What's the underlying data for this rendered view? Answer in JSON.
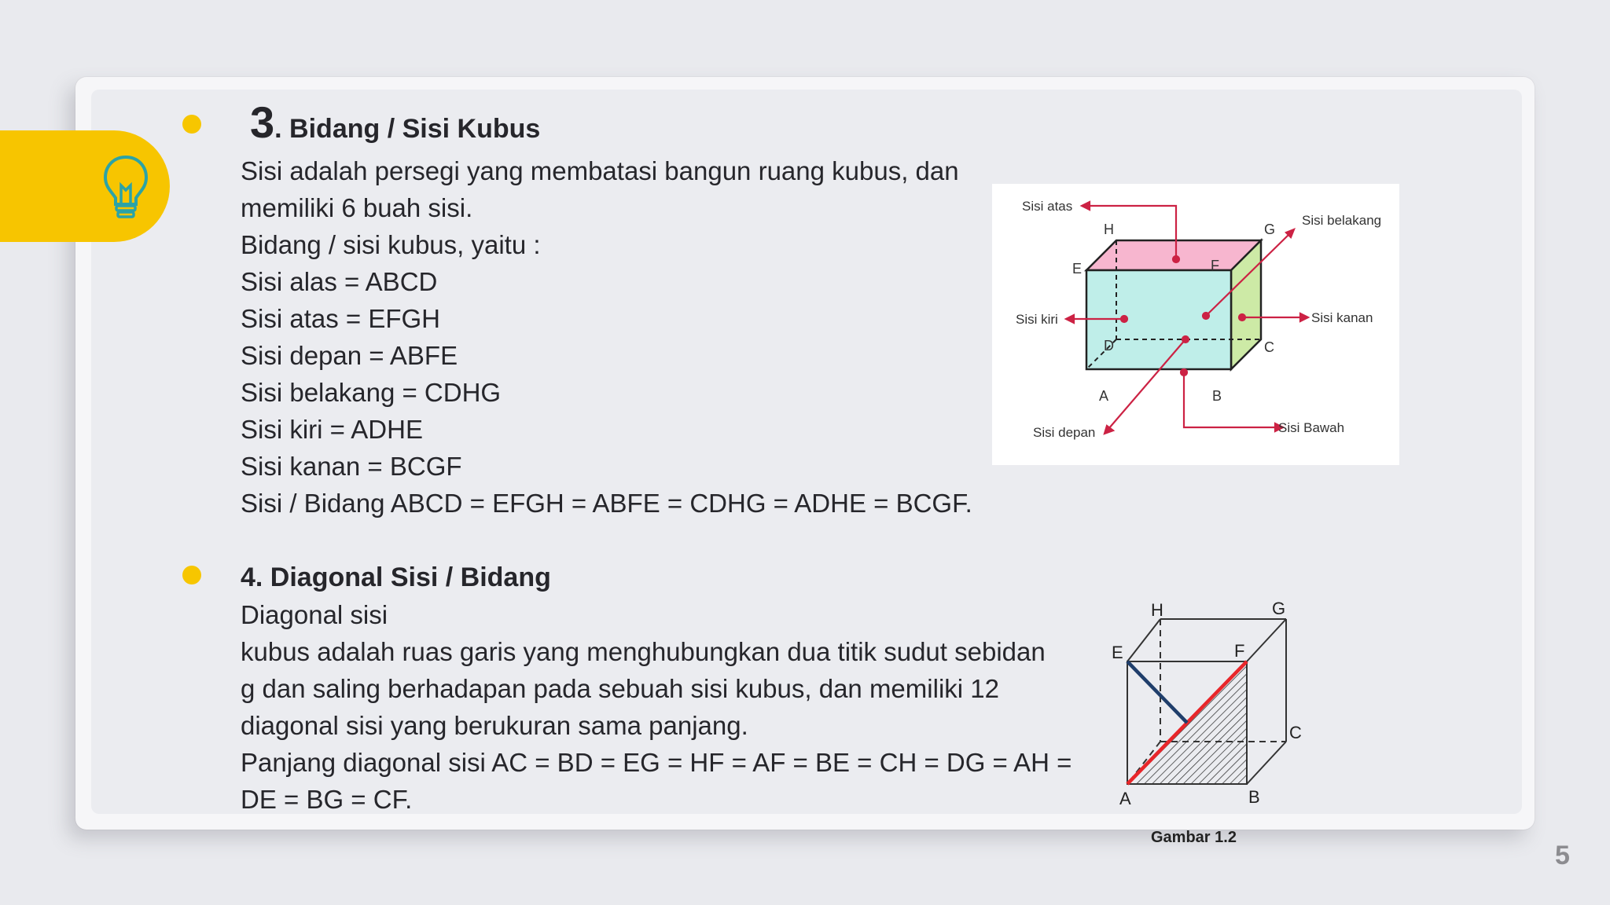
{
  "page_number": "5",
  "section3": {
    "number": "3",
    "heading": ". Bidang / Sisi Kubus",
    "lines": [
      "Sisi adalah persegi yang membatasi bangun ruang kubus, dan",
      "memiliki 6 buah sisi.",
      "Bidang / sisi kubus, yaitu :",
      "Sisi alas = ABCD",
      "Sisi atas = EFGH",
      "Sisi depan = ABFE",
      "Sisi belakang = CDHG",
      "Sisi kiri = ADHE",
      "Sisi kanan = BCGF",
      "Sisi / Bidang ABCD = EFGH = ABFE = CDHG = ADHE = BCGF."
    ]
  },
  "section4": {
    "heading": "4. Diagonal Sisi / Bidang",
    "lines": [
      "Diagonal sisi",
      "kubus adalah ruas garis yang menghubungkan dua titik sudut sebidan",
      "g dan saling berhadapan pada sebuah sisi kubus, dan memiliki 12",
      "diagonal sisi yang berukuran sama panjang.",
      "Panjang diagonal sisi AC = BD = EG = HF = AF = BE = CH = DG = AH =",
      "DE = BG = CF."
    ]
  },
  "figure1": {
    "labels": {
      "sisi_atas": "Sisi atas",
      "sisi_belakang": "Sisi belakang",
      "sisi_kiri": "Sisi kiri",
      "sisi_kanan": "Sisi kanan",
      "sisi_depan": "Sisi depan",
      "sisi_bawah": "Sisi Bawah"
    },
    "vertices": {
      "A": "A",
      "B": "B",
      "C": "C",
      "D": "D",
      "E": "E",
      "F": "F",
      "G": "G",
      "H": "H"
    }
  },
  "figure2": {
    "caption": "Gambar 1.2",
    "vertices": {
      "A": "A",
      "B": "B",
      "C": "C",
      "E": "E",
      "F": "F",
      "G": "G",
      "H": "H"
    }
  },
  "colors": {
    "accent": "#f7c500",
    "text": "#26262b",
    "diagonal_red": "#e8262a",
    "diagonal_blue": "#1f3e6b"
  }
}
